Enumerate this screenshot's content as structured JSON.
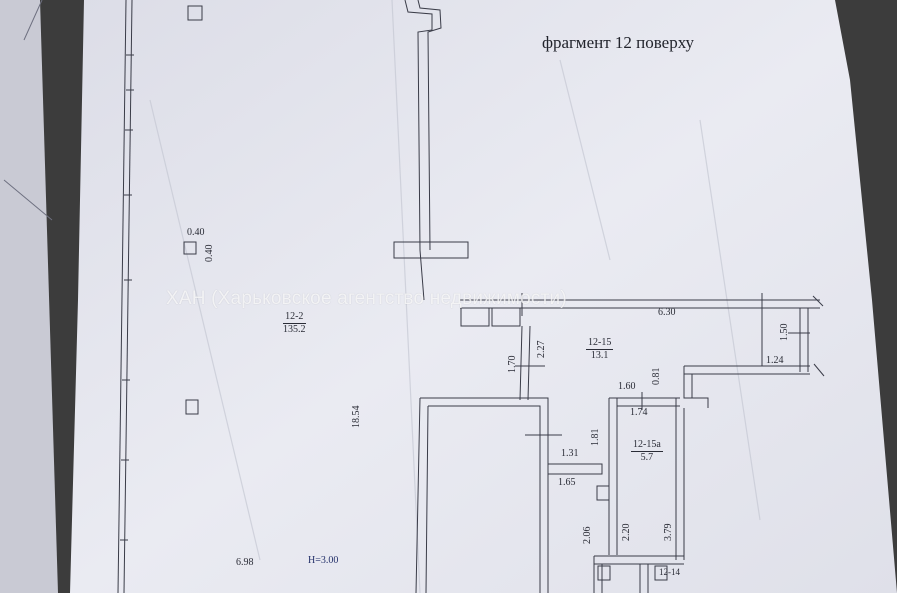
{
  "title": "фрагмент 12 поверху",
  "watermark": "ХАН (Харьковское агентство недвижимости)",
  "dimensions": {
    "d040h": "0.40",
    "d040v": "0.40",
    "d630": "6.30",
    "d150": "1.50",
    "d124": "1.24",
    "d227": "2.27",
    "d170": "1.70",
    "d160": "1.60",
    "d081": "0.81",
    "d174": "1.74",
    "d1854": "18.54",
    "d131": "1.31",
    "d181": "1.81",
    "d165": "1.65",
    "d206": "2.06",
    "d220": "2.20",
    "d379": "3.79",
    "d698": "6.98",
    "height": "H=3.00"
  },
  "rooms": {
    "r12_2": {
      "num": "12-2",
      "area": "135.2"
    },
    "r12_15": {
      "num": "12-15",
      "area": "13.1"
    },
    "r12_15a": {
      "num": "12-15а",
      "area": "5.7"
    },
    "r12_14": {
      "num": "12-14"
    }
  }
}
